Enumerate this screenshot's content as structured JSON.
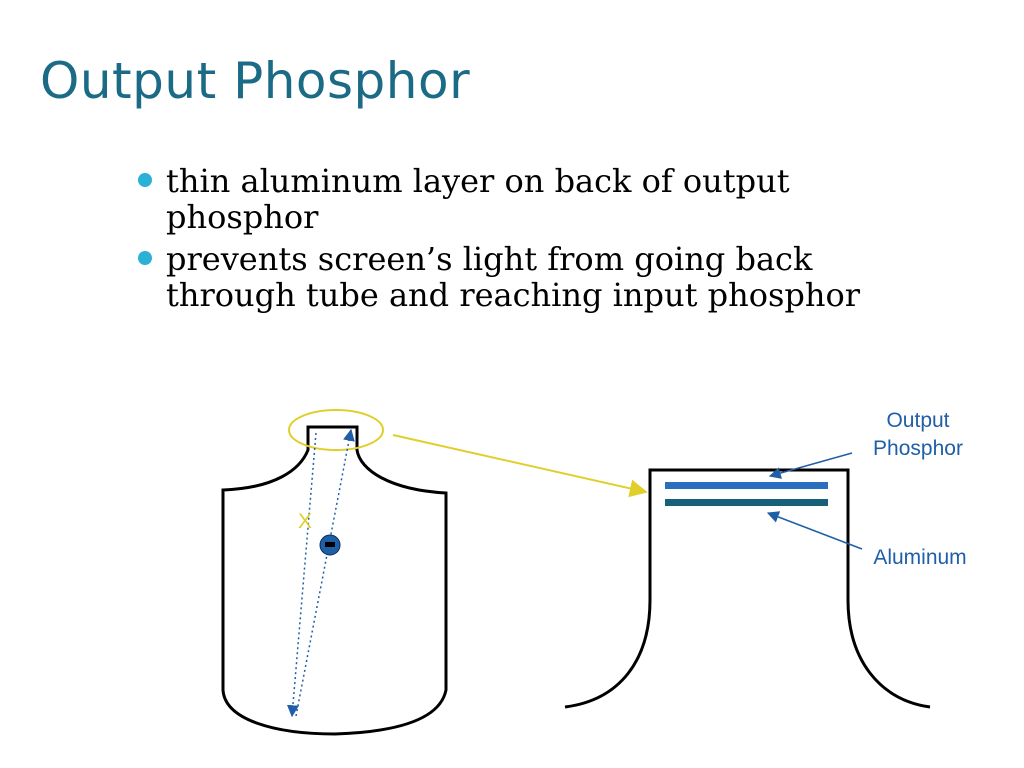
{
  "slide": {
    "title": "Output Phosphor"
  },
  "bullets": [
    "thin aluminum layer on back of output phosphor",
    "prevents screen’s light from going back through tube and reaching input phosphor"
  ],
  "diagram": {
    "x_marker": "X",
    "electron_symbol": "-",
    "label_output_phosphor_line1": "Output",
    "label_output_phosphor_line2": "Phosphor",
    "label_aluminum": "Aluminum",
    "colors": {
      "title": "#1b6a86",
      "bullet": "#2bb0d6",
      "label": "#1f5fa8",
      "phosphor_layer": "#2a6fbf",
      "aluminum_layer": "#16607a",
      "highlight": "#e0cf2a",
      "beam": "#1f5fa8"
    }
  }
}
